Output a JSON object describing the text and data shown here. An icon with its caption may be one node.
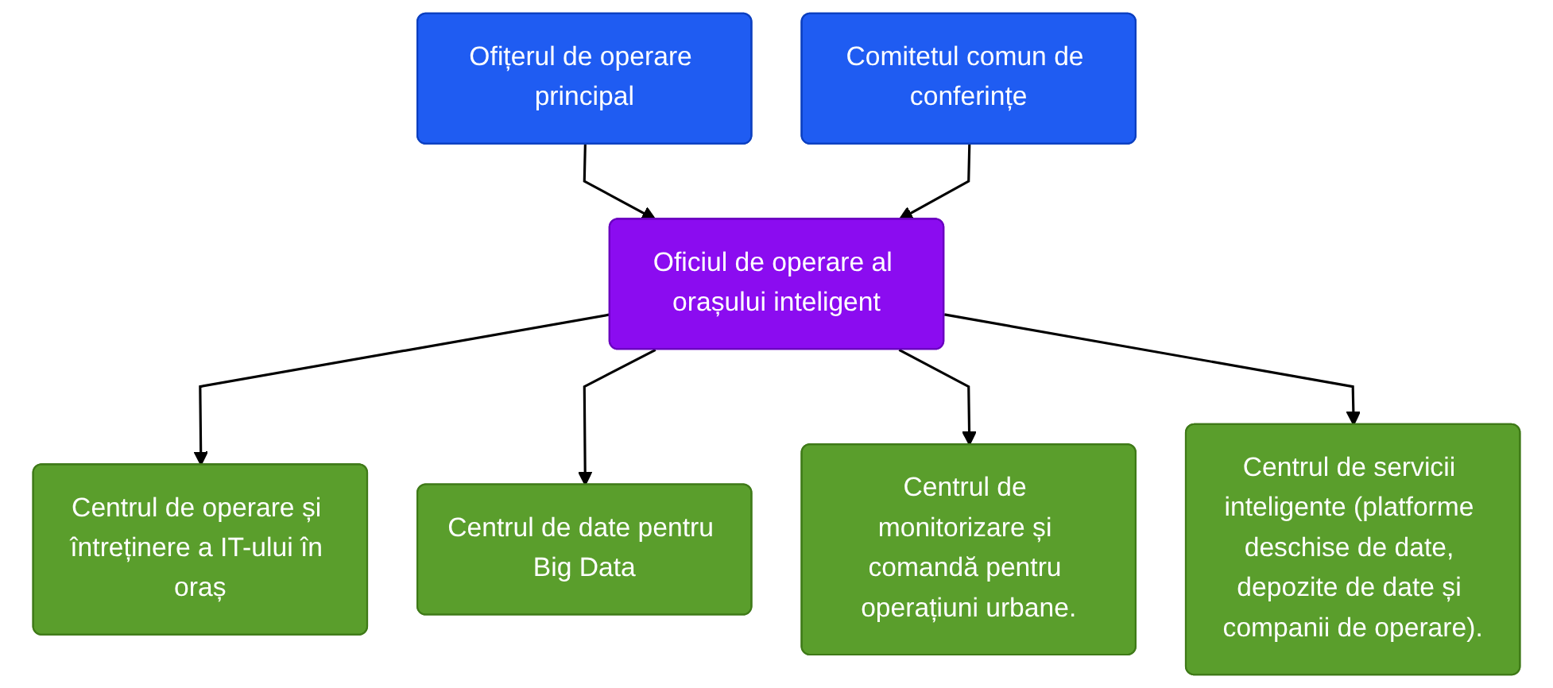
{
  "diagram": {
    "nodes": [
      {
        "text": [
          "Ofițerul de operare principal"
        ]
      },
      {
        "text": [
          "Comitetul comun de conferințe"
        ]
      },
      {
        "text": [
          "Oficiul de operare al orașului inteligent"
        ]
      },
      {
        "text": [
          "Centrul de operare și întreținere a IT-ului în oraș"
        ]
      },
      {
        "text": [
          "Centrul de date pentru Big Data"
        ]
      },
      {
        "text": [
          "Centrul de monitorizare și comandă pentru operațiuni urbane."
        ]
      },
      {
        "text": [
          "Centrul de servicii inteligente (platforme deschise de date, depozite de date și companii de operare)."
        ]
      }
    ],
    "edges": [
      {
        "from": 0,
        "to": 2,
        "arrow": "to"
      },
      {
        "from": 1,
        "to": 2,
        "arrow": "to"
      },
      {
        "from": 2,
        "to": 3,
        "arrow": "to"
      },
      {
        "from": 2,
        "to": 4,
        "arrow": "to"
      },
      {
        "from": 2,
        "to": 5,
        "arrow": "to"
      },
      {
        "from": 2,
        "to": 6,
        "arrow": "to"
      }
    ]
  }
}
